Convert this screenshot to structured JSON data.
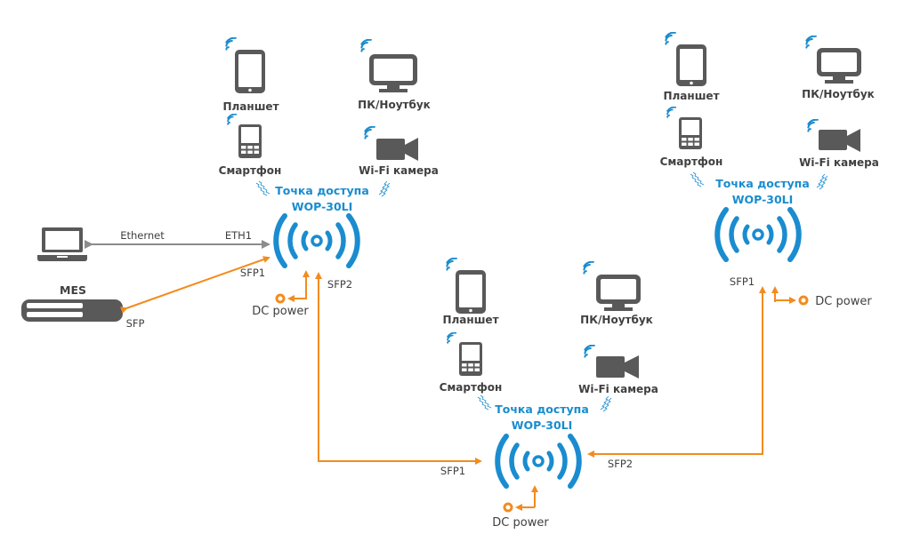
{
  "colors": {
    "accent_blue": "#1a8ccf",
    "link_orange": "#f28c1e",
    "device_gray": "#595959",
    "ethernet_gray": "#8c8c8c",
    "text_dark": "#404040"
  },
  "access_points": [
    {
      "id": "ap-left",
      "title_line1": "Точка доступа",
      "title_line2": "WOP-30LI",
      "devices": {
        "tablet": "Планшет",
        "pc": "ПК/Ноутбук",
        "smartphone": "Смартфон",
        "camera": "Wi-Fi камера"
      },
      "ports": {
        "eth": "ETH1",
        "sfp1": "SFP1",
        "sfp2": "SFP2"
      },
      "power": "DC power"
    },
    {
      "id": "ap-center",
      "title_line1": "Точка доступа",
      "title_line2": "WOP-30LI",
      "devices": {
        "tablet": "Планшет",
        "pc": "ПК/Ноутбук",
        "smartphone": "Смартфон",
        "camera": "Wi-Fi камера"
      },
      "ports": {
        "sfp1": "SFP1",
        "sfp2": "SFP2"
      },
      "power": "DC power"
    },
    {
      "id": "ap-right",
      "title_line1": "Точка доступа",
      "title_line2": "WOP-30LI",
      "devices": {
        "tablet": "Планшет",
        "pc": "ПК/Ноутбук",
        "smartphone": "Смартфон",
        "camera": "Wi-Fi камера"
      },
      "ports": {
        "sfp1": "SFP1"
      },
      "power": "DC power"
    }
  ],
  "links": {
    "ethernet_label": "Ethernet",
    "mes_label": "MES",
    "mes_port": "SFP"
  },
  "icons": {
    "tablet": "tablet-icon",
    "pc": "monitor-icon",
    "smartphone": "phone-icon",
    "camera": "video-camera-icon",
    "wifi": "wifi-signal-icon",
    "access_point": "wireless-ap-icon",
    "laptop": "laptop-icon",
    "switch": "switch-icon",
    "power": "power-connector-icon"
  }
}
